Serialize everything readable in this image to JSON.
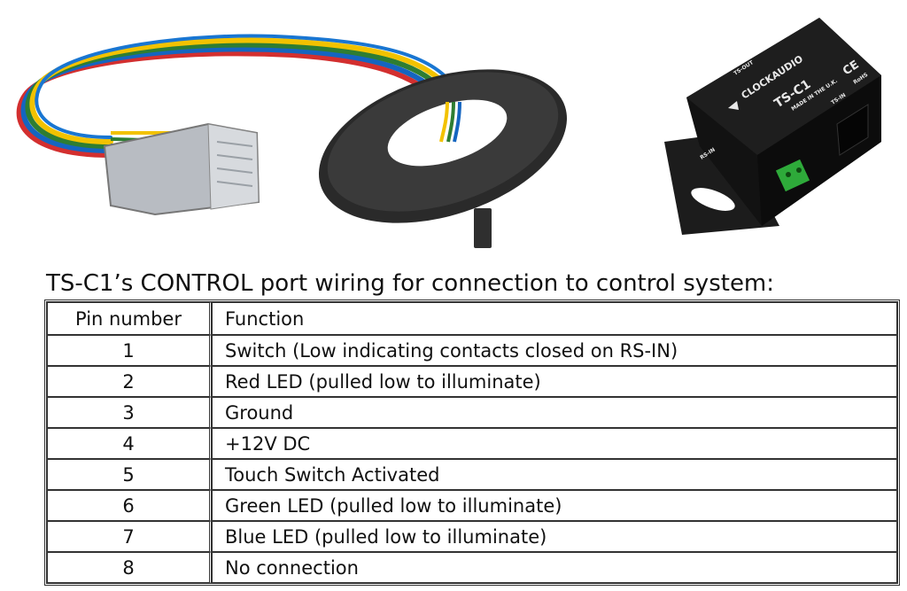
{
  "photos": {
    "box_brand": "CLOCKAUDIO",
    "box_model": "TS-C1",
    "box_made_in": "MADE IN THE U.K.",
    "box_port_out": "TS-OUT",
    "box_port_in": "TS-IN",
    "box_port_rs": "RS-IN",
    "box_ce": "CE",
    "box_rohs": "RoHS"
  },
  "caption": "TS-C1’s CONTROL port wiring for connection to control system:",
  "table": {
    "headers": [
      "Pin number",
      "Function"
    ],
    "rows": [
      {
        "pin": "1",
        "function": "Switch (Low indicating contacts closed on RS-IN)"
      },
      {
        "pin": "2",
        "function": "Red LED (pulled low to illuminate)"
      },
      {
        "pin": "3",
        "function": "Ground"
      },
      {
        "pin": "4",
        "function": "+12V DC"
      },
      {
        "pin": "5",
        "function": "Touch Switch Activated"
      },
      {
        "pin": "6",
        "function": "Green LED (pulled low to illuminate)"
      },
      {
        "pin": "7",
        "function": "Blue LED (pulled low to illuminate)"
      },
      {
        "pin": "8",
        "function": "No connection"
      }
    ]
  }
}
